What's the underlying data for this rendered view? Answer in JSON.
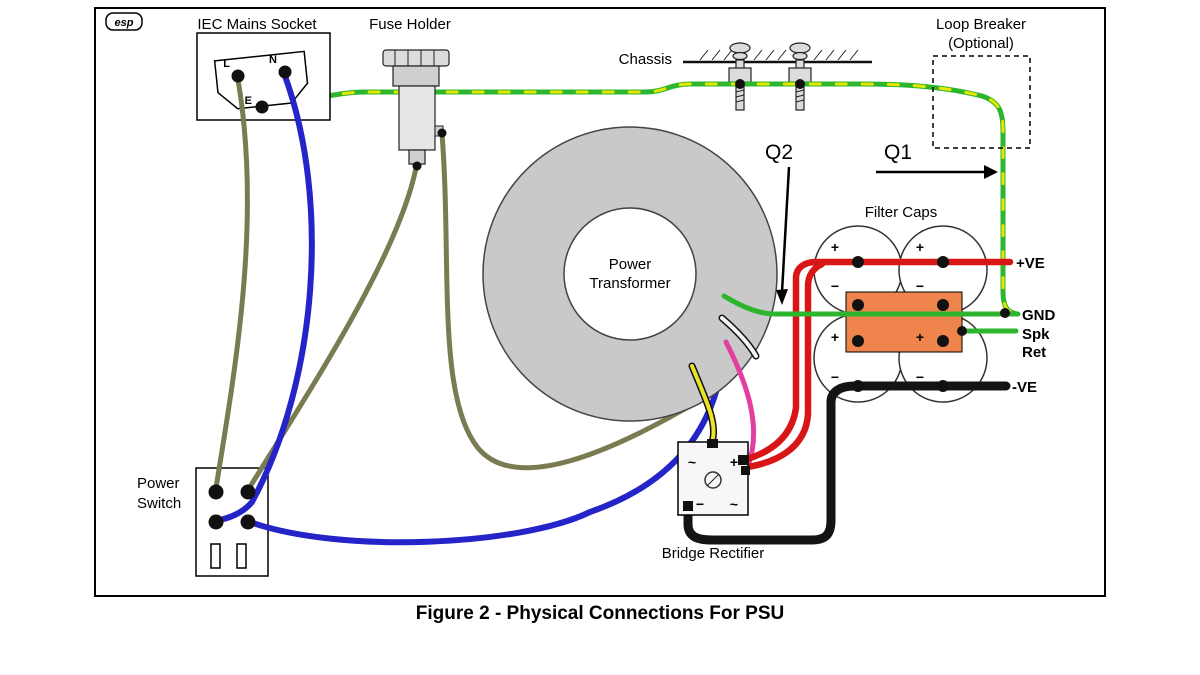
{
  "page": {
    "caption": "Figure 2 - Physical Connections For PSU",
    "logo": "esp"
  },
  "components": {
    "iec_socket": {
      "label": "IEC Mains Socket",
      "pins": {
        "live": "L",
        "neutral": "N",
        "earth": "E"
      }
    },
    "fuse_holder": {
      "label": "Fuse Holder"
    },
    "chassis": {
      "label": "Chassis"
    },
    "loop_breaker": {
      "label": "Loop Breaker",
      "sublabel": "(Optional)"
    },
    "transformer": {
      "label_line1": "Power",
      "label_line2": "Transformer"
    },
    "filter_caps": {
      "label": "Filter Caps",
      "plus": "+",
      "minus": "−"
    },
    "power_switch": {
      "label_line1": "Power",
      "label_line2": "Switch"
    },
    "bridge_rectifier": {
      "label": "Bridge Rectifier",
      "ac1": "~",
      "plus": "+",
      "minus": "−",
      "ac2": "~"
    }
  },
  "annotations": {
    "q1": "Q1",
    "q2": "Q2"
  },
  "outputs": {
    "positive": "+VE",
    "ground": "GND",
    "spk_line1": "Spk",
    "spk_line2": "Ret",
    "negative": "-VE"
  },
  "colors": {
    "earth_green": "#2eb52e",
    "earth_stripe": "#e6e600",
    "neutral_blue": "#2424c8",
    "live_olive": "#7b7b52",
    "red": "#d81616",
    "wire_black": "#141414",
    "yellow": "#e9e32a",
    "pink": "#e33fa0",
    "white_wire": "#f4f4f4",
    "transformer_gray": "#c9c9c9",
    "cap_orange": "#ef854d"
  }
}
